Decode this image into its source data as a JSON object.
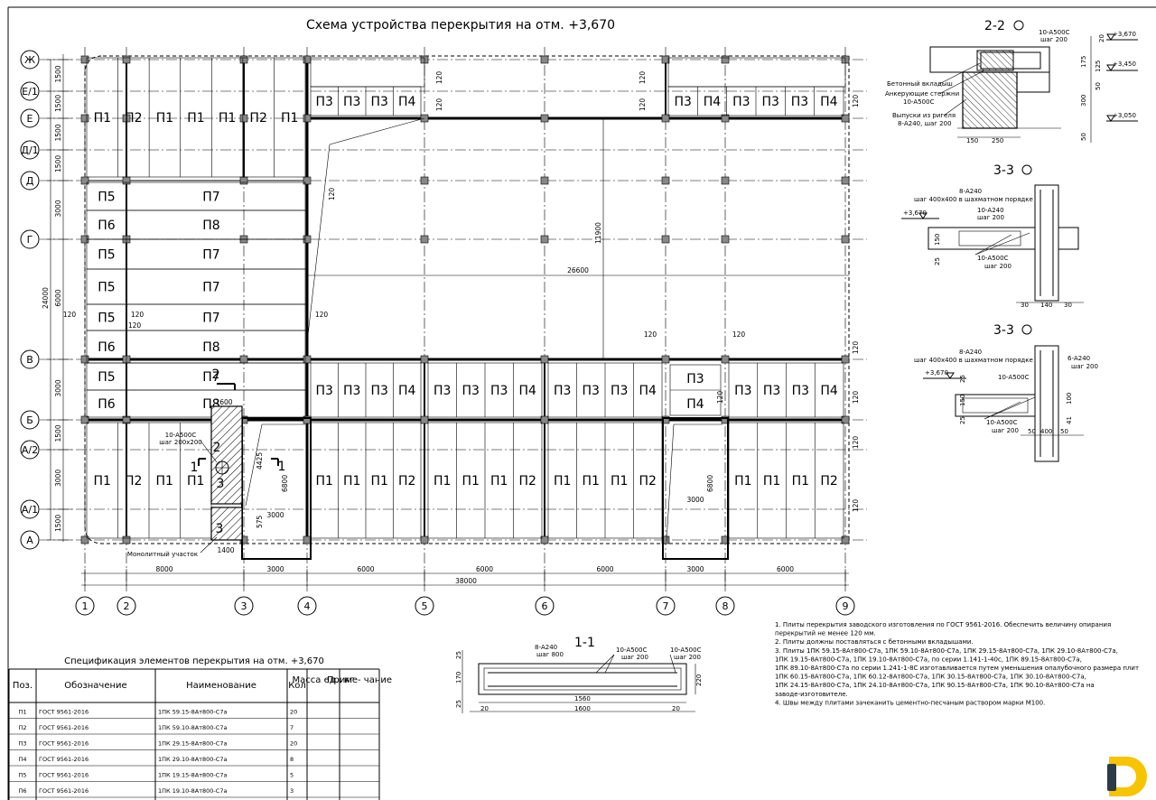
{
  "drawing": {
    "title": "Схема устройства перекрытия на отм. +3,670",
    "rows": [
      "Ж",
      "Е/1",
      "Е",
      "Д/1",
      "Д",
      "Г",
      "В",
      "Б",
      "А/2",
      "А/1",
      "А"
    ],
    "row_dims": [
      "1500",
      "1500",
      "1500",
      "1500",
      "3000",
      "6000",
      "3000",
      "1500",
      "3000",
      "1500"
    ],
    "total_height": "24000",
    "cols": [
      "1",
      "2",
      "3",
      "4",
      "5",
      "6",
      "7",
      "8",
      "9"
    ],
    "col_dims": [
      "8000",
      "3000",
      "6000",
      "6000",
      "6000",
      "3000",
      "6000"
    ],
    "total_width": "38000",
    "inner_dim_h": "26600",
    "inner_dim_v": "11900",
    "slab_top_left": [
      "П1",
      "П2",
      "П1",
      "П1",
      "П1",
      "П2",
      "П1"
    ],
    "slab_left_rows": [
      {
        "a": "П5",
        "b": "П7"
      },
      {
        "a": "П6",
        "b": "П8"
      },
      {
        "a": "П5",
        "b": "П7"
      },
      {
        "a": "П5",
        "b": "П7"
      },
      {
        "a": "П5",
        "b": "П7"
      },
      {
        "a": "П6",
        "b": "П8"
      },
      {
        "a": "П5",
        "b": "П7"
      },
      {
        "a": "П6",
        "b": "П8"
      }
    ],
    "slab_top_mid": [
      "П3",
      "П3",
      "П3",
      "П4"
    ],
    "slab_top_right": [
      "П3",
      "П4",
      "П3",
      "П3",
      "П3",
      "П4"
    ],
    "slab_mid_b1": [
      "П3",
      "П3",
      "П3",
      "П4"
    ],
    "slab_mid_b2": [
      "П3",
      "П3",
      "П3",
      "П4"
    ],
    "slab_mid_b3": [
      "П3",
      "П3",
      "П3",
      "П4"
    ],
    "slab_mid_b4": [
      "П3",
      "П3",
      "П3",
      "П4"
    ],
    "slab_mid_b5": [
      "П3",
      "П4"
    ],
    "slab_bot_left": [
      "П1",
      "П2",
      "П1",
      "П1"
    ],
    "slab_bot_b1": [
      "П1",
      "П1",
      "П1",
      "П2"
    ],
    "slab_bot_b2": [
      "П1",
      "П1",
      "П1",
      "П2"
    ],
    "slab_bot_b3": [
      "П1",
      "П1",
      "П1",
      "П2"
    ],
    "slab_bot_b4": [
      "П1",
      "П1",
      "П1",
      "П2"
    ],
    "d120": "120",
    "d1600": "1600",
    "d1400": "1400",
    "d3000": "3000",
    "d6800": "6800",
    "d4425": "4425",
    "d575": "575",
    "rebar_note": "10-А500С",
    "rebar_step": "шаг 200х200",
    "monolith_label": "Монолитный участок",
    "sec_marks": [
      "1",
      "1",
      "2",
      "3",
      "3"
    ]
  },
  "section_22": {
    "title": "2-2",
    "l1": "10-А500С",
    "l1s": "шаг 200",
    "l2": "Бетонный вкладыш",
    "l3": "Анкерующие стержни",
    "l3b": "10-А500С",
    "l4": "Выпуски из ригеля",
    "l4b": "8-А240, шаг 200",
    "m1": "+3,670",
    "m2": "+3,450",
    "m3": "+3,050",
    "d1": "150",
    "d2": "250",
    "dv": [
      "20",
      "175",
      "125",
      "50",
      "300",
      "50"
    ]
  },
  "section_33a": {
    "title": "3-3",
    "l1": "8-А240",
    "l1s": "шаг 400х400 в шахматном порядке",
    "m1": "+3,670",
    "l2": "10-А240",
    "l2s": "шаг 200",
    "l3": "10-А500С",
    "l3s": "шаг 200",
    "d": [
      "30",
      "140",
      "30"
    ],
    "dv": [
      "25",
      "150"
    ]
  },
  "section_33b": {
    "title": "3-3",
    "l1": "8-А240",
    "l1s": "шаг 400х400 в шахматном порядке",
    "m1": "+3,670",
    "l2": "10-А500С",
    "l3": "6-А240",
    "l3s": "шаг 200",
    "l4": "10-А500С",
    "l4s": "шаг 200",
    "d": [
      "50",
      "400",
      "50"
    ],
    "dv": [
      "25",
      "150",
      "25",
      "100",
      "41"
    ]
  },
  "section_11": {
    "title": "1-1",
    "l1": "8-А240",
    "l1s": "шаг 800",
    "l2": "10-А500С",
    "l2s": "шаг 200",
    "l3": "10-А500С",
    "l3s": "шаг 200",
    "d_in": "1560",
    "d_out": "1600",
    "d_l": "20",
    "d_r": "20",
    "dv": [
      "25",
      "170",
      "25"
    ],
    "dv_r": "220"
  },
  "notes": [
    "1. Плиты перекрытия заводского изготовления по ГОСТ 9561-2016. Обеспечить величину опирания",
    "перекрытий не менее 120 мм.",
    "2. Плиты должны поставляться с бетонными вкладышами.",
    "3. Плиты  1ПК 59.15-8Ат800-С7а,  1ПК 59.10-8Ат800-С7а,  1ПК 29.15-8Ат800-С7а,  1ПК 29.10-8Ат800-С7а,",
    "1ПК 19.15-8Ат800-С7а,  1ПК 19.10-8Ат800-С7а,  по  серии  1.141-1-40с,  1ПК 89.15-8Ат800-С7а,",
    "1ПК 89.10-8Ат800-С7а по серии 1.241-1-8С изготавливается путем уменьшения опалубочного размера плит",
    "1ПК 60.15-8Ат800-С7а,  1ПК 60.12-8Ат800-С7а,  1ПК 30.15-8Ат800-С7а,  1ПК 30.10-8Ат800-С7а,",
    "1ПК 24.15-8Ат800-С7а,  1ПК 24.10-8Ат800-С7а,  1ПК 90.15-8Ат800-С7а,  1ПК 90.10-8Ат800-С7а  на",
    "заводе-изготовителе.",
    "4. Швы между плитами зачеканить цементно-песчаным раствором марки М100."
  ],
  "spec": {
    "title": "Спецификация элементов перекрытия на отм. +3,670",
    "headers": [
      "Поз.",
      "Обозначение",
      "Наименование",
      "Кол",
      "Масса ед., кг",
      "Приме- чание"
    ],
    "rows": [
      [
        "П1",
        "ГОСТ 9561-2016",
        "1ПК 59.15-8Ат800-С7а",
        "20"
      ],
      [
        "П2",
        "ГОСТ 9561-2016",
        "1ПК 59.10-8Ат800-С7а",
        "7"
      ],
      [
        "П3",
        "ГОСТ 9561-2016",
        "1ПК 29.15-8Ат800-С7а",
        "20"
      ],
      [
        "П4",
        "ГОСТ 9561-2016",
        "1ПК 29.10-8Ат800-С7а",
        "8"
      ],
      [
        "П5",
        "ГОСТ 9561-2016",
        "1ПК 19.15-8Ат800-С7а",
        "5"
      ],
      [
        "П6",
        "ГОСТ 9561-2016",
        "1ПК 19.10-8Ат800-С7а",
        "3"
      ]
    ]
  },
  "colors": {
    "logo_yellow": "#f6c400",
    "logo_dark": "#2c3a4a"
  }
}
